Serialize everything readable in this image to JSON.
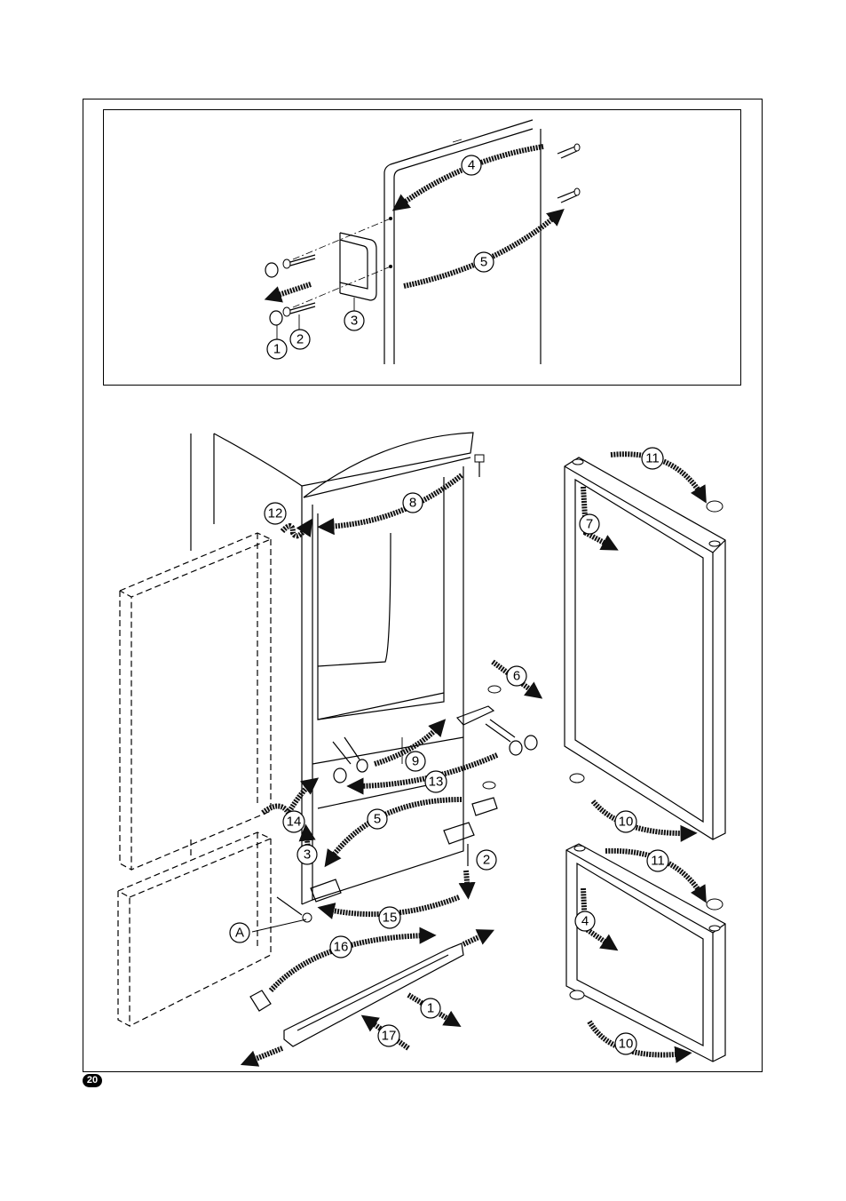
{
  "page_number": "20",
  "labels": {
    "top_1": "1",
    "top_2": "2",
    "top_3": "3",
    "top_4": "4",
    "top_5": "5",
    "b_1": "1",
    "b_2": "2",
    "b_3": "3",
    "b_4": "4",
    "b_5": "5",
    "b_6": "6",
    "b_7": "7",
    "b_8": "8",
    "b_9": "9",
    "b_10a": "10",
    "b_10b": "10",
    "b_11a": "11",
    "b_11b": "11",
    "b_12": "12",
    "b_13": "13",
    "b_14": "14",
    "b_15": "15",
    "b_16": "16",
    "b_17": "17",
    "b_A": "A"
  },
  "icons": {
    "arrow": "curved-hatched-arrow",
    "screw": "screw-icon",
    "cap": "cover-cap-icon",
    "handle": "door-handle-icon",
    "hinge": "hinge-icon"
  },
  "colors": {
    "ink": "#000000",
    "paper": "#ffffff"
  }
}
